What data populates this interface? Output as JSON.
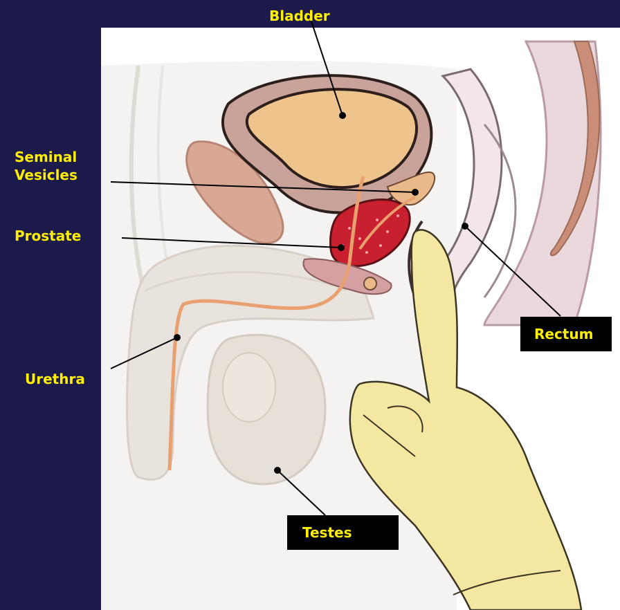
{
  "labels": {
    "bladder": "Bladder",
    "seminal_vesicles": "Seminal\nVesicles",
    "prostate": "Prostate",
    "urethra": "Urethra",
    "rectum": "Rectum",
    "testes": "Testes"
  },
  "colors": {
    "background": "#1b1a4a",
    "label_text": "#ffef00",
    "label_box": "#000000",
    "prostate": "#c8202e",
    "bladder_fill": "#efc38c",
    "glove": "#f4e7a2"
  }
}
